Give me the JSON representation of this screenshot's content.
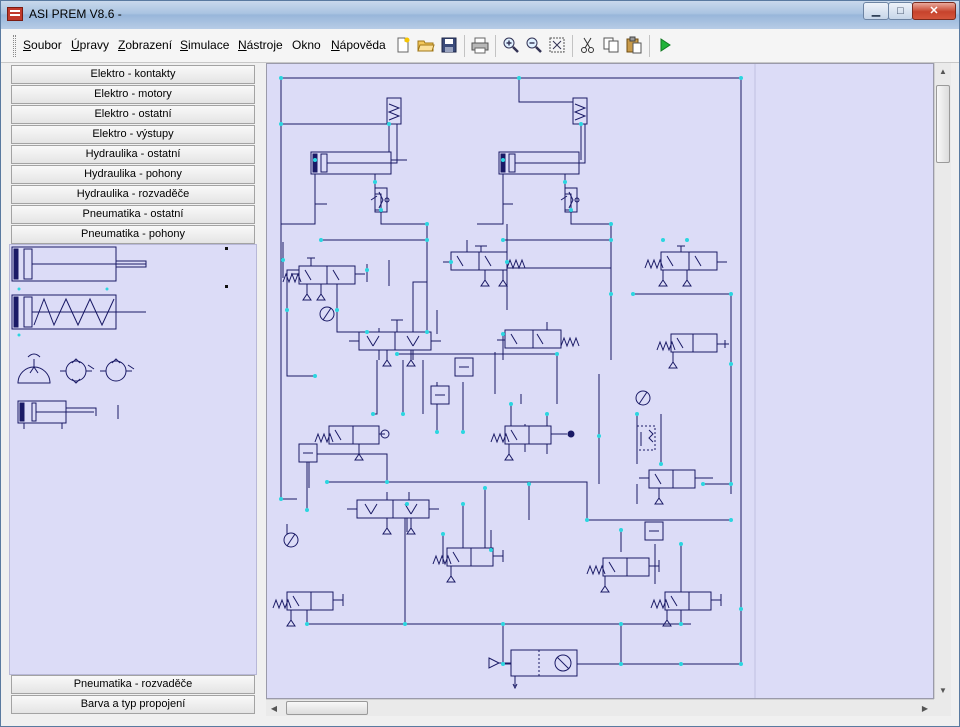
{
  "window": {
    "title": "ASI PREM V8.6 - "
  },
  "menu": [
    {
      "label": "Soubor",
      "accel": "S",
      "rest": "oubor"
    },
    {
      "label": "Úpravy",
      "accel": "Ú",
      "rest": "pravy"
    },
    {
      "label": "Zobrazení",
      "accel": "Z",
      "rest": "obrazení"
    },
    {
      "label": "Simulace",
      "accel": "S",
      "rest": "imulace"
    },
    {
      "label": "Nástroje",
      "accel": "N",
      "rest": "ástroje"
    },
    {
      "label": "Okno",
      "accel": "",
      "rest": "Okno"
    },
    {
      "label": "Nápověda",
      "accel": "N",
      "rest": "ápověda"
    }
  ],
  "toolbar": {
    "icons": [
      "new-document-icon",
      "open-folder-icon",
      "save-disk-icon",
      "print-icon",
      "zoom-in-icon",
      "zoom-out-icon",
      "zoom-fit-icon",
      "cut-icon",
      "copy-icon",
      "paste-icon",
      "run-simulation-icon"
    ]
  },
  "library": {
    "top_groups": [
      "Elektro - kontakty",
      "Elektro - motory",
      "Elektro - ostatní",
      "Elektro - výstupy",
      "Hydraulika - ostatní",
      "Hydraulika - pohony",
      "Hydraulika - rozvaděče",
      "Pneumatika - ostatní",
      "Pneumatika - pohony"
    ],
    "bottom_groups": [
      "Pneumatika - rozvaděče",
      "Barva a typ propojení"
    ]
  },
  "colors": {
    "canvas": "#dcdcf7",
    "wire": "#1a1a66",
    "node": "#2bd6e0"
  }
}
